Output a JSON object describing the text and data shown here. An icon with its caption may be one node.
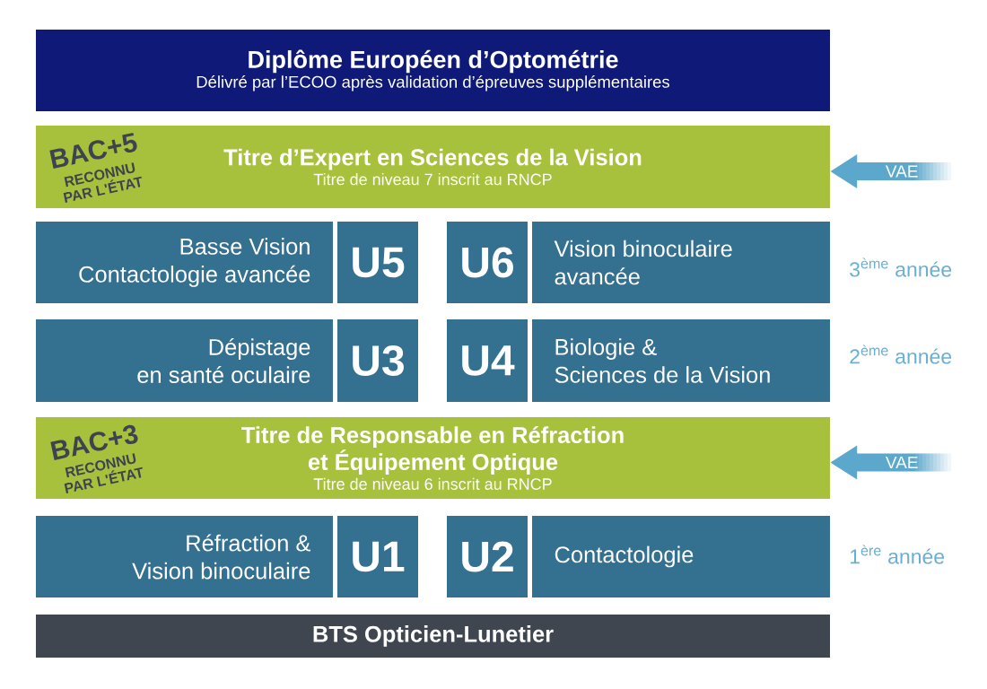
{
  "diagram": {
    "nodes": [
      {
        "text": [
          "Diplôme Européen d’Optométrie",
          "Délivré par l’ECOO après validation d’épreuves supplémentaires"
        ]
      },
      {
        "text": [
          "BAC+5",
          "RECONNU PAR L'ÉTAT",
          "Titre d’Expert en Sciences de la Vision",
          "Titre de niveau 7 inscrit au RNCP"
        ]
      },
      {
        "text": [
          "Basse Vision Contactologie avancée"
        ]
      },
      {
        "text": [
          "U5"
        ]
      },
      {
        "text": [
          "U6"
        ]
      },
      {
        "text": [
          "Vision binoculaire avancée"
        ]
      },
      {
        "text": [
          "Dépistage en santé oculaire"
        ]
      },
      {
        "text": [
          "U3"
        ]
      },
      {
        "text": [
          "U4"
        ]
      },
      {
        "text": [
          "Biologie & Sciences de la Vision"
        ]
      },
      {
        "text": [
          "BAC+3",
          "RECONNU PAR L'ÉTAT",
          "Titre de Responsable en Réfraction et Équipement Optique",
          "Titre de niveau 6 inscrit au RNCP"
        ]
      },
      {
        "text": [
          "Réfraction & Vision binoculaire"
        ]
      },
      {
        "text": [
          "U1"
        ]
      },
      {
        "text": [
          "U2"
        ]
      },
      {
        "text": [
          "Contactologie"
        ]
      },
      {
        "text": [
          "BTS Opticien-Lunetier"
        ]
      }
    ],
    "edges": [
      {
        "from": null,
        "to": 1,
        "arrow": "to",
        "label": "VAE"
      },
      {
        "from": null,
        "to": 10,
        "arrow": "to",
        "label": "VAE"
      }
    ],
    "labels": [
      "3$^{ème}$ année",
      "2$^{ème}$ année",
      "1$^{ère}$ année"
    ]
  }
}
